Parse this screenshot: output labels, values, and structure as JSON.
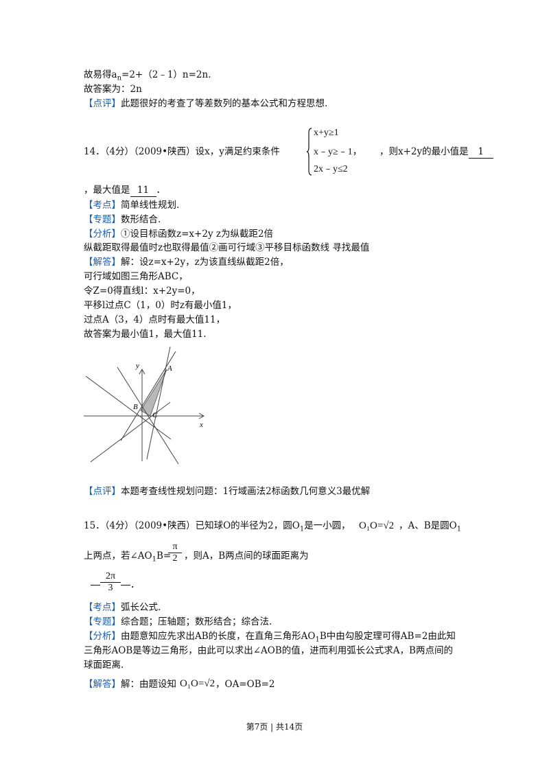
{
  "top": {
    "line1_prefix": "故易得a",
    "line1_sub": "n",
    "line1_suffix": "=2+（2﹣1）n=2n.",
    "line2": "故答案为：2n",
    "review_tag": "【点评】",
    "review_text": "此题很好的考查了等差数列的基本公式和方程思想."
  },
  "q14": {
    "stem": "14．（4分）（2009•陕西）设x，y满足约束条件",
    "conditions": [
      "x+y≥1",
      "x﹣y≥﹣1，",
      "2x﹣y≤2"
    ],
    "ask_min": "，则x+2y的最小值是",
    "min_answer": "1",
    "ask_max": "，最大值是",
    "max_answer": "11",
    "ask_end": "．",
    "kaodian_tag": "【考点】",
    "kaodian": "简单线性规划.",
    "zhuanti_tag": "【专题】",
    "zhuanti": "数形结合.",
    "fenxi_tag": "【分析】",
    "fenxi1": "①设目标函数z=x+2y z为纵截距2倍",
    "fenxi2": "纵截距取得最值时z也取得最值②画可行域③平移目标函数线 寻找最值",
    "jieda_tag": "【解答】",
    "jieda1": "解：设z=x+2y，z为该直线纵截距2倍，",
    "jieda2": "可行域如图三角形ABC，",
    "jieda3": "令Z=0得直线l：x+2y=0，",
    "jieda4": "平移l过点C（1，0）时z有最小值1，",
    "jieda5": "过点A（3，4）点时有最大值11，",
    "jieda6": "故答案为最小值1，最大值11.",
    "dianping_tag": "【点评】",
    "dianping": "本题考查线性规划问题：1行域画法2标函数几何意义3最优解"
  },
  "graph": {
    "label_y": "y",
    "label_x": "x",
    "label_A": "A",
    "label_B": "B",
    "label_C": "C",
    "fill_color": "#b8b8b8"
  },
  "q15": {
    "stem_a": "15．（4分）（2009•陕西）已知球O的半径为2，圆O",
    "stem_a_sub": "1",
    "stem_b": "是一小圆，",
    "formula1": "O₁O=√2",
    "stem_c": "，A、B是圆O",
    "stem_c_sub": "1",
    "line2_a": "上两点，若∠AO",
    "line2_sub": "1",
    "line2_b": "B=",
    "frac1_num": "π",
    "frac1_den": "2",
    "line2_c": "，则A，B两点间的球面距离为",
    "ans_num": "2π",
    "ans_den": "3",
    "ans_end": "．",
    "kaodian_tag": "【考点】",
    "kaodian": "弧长公式.",
    "zhuanti_tag": "【专题】",
    "zhuanti": "综合题；压轴题；数形结合；综合法.",
    "fenxi_tag": "【分析】",
    "fenxi1_a": "由题意知应先求出AB的长度，在直角三角形AO",
    "fenxi1_sub": "1",
    "fenxi1_b": "B中由勾股定理可得AB=2由此知",
    "fenxi2": "三角形AOB是等边三角形，由此可以求出∠AOB的值，进而利用弧长公式求A，B两点间的",
    "fenxi3": "球面距离.",
    "jieda_tag": "【解答】",
    "jieda_a": "解：由题设知",
    "formula2": "O₁O=√2",
    "jieda_b": "，OA=OB=2"
  },
  "footer": "第7页 | 共14页"
}
